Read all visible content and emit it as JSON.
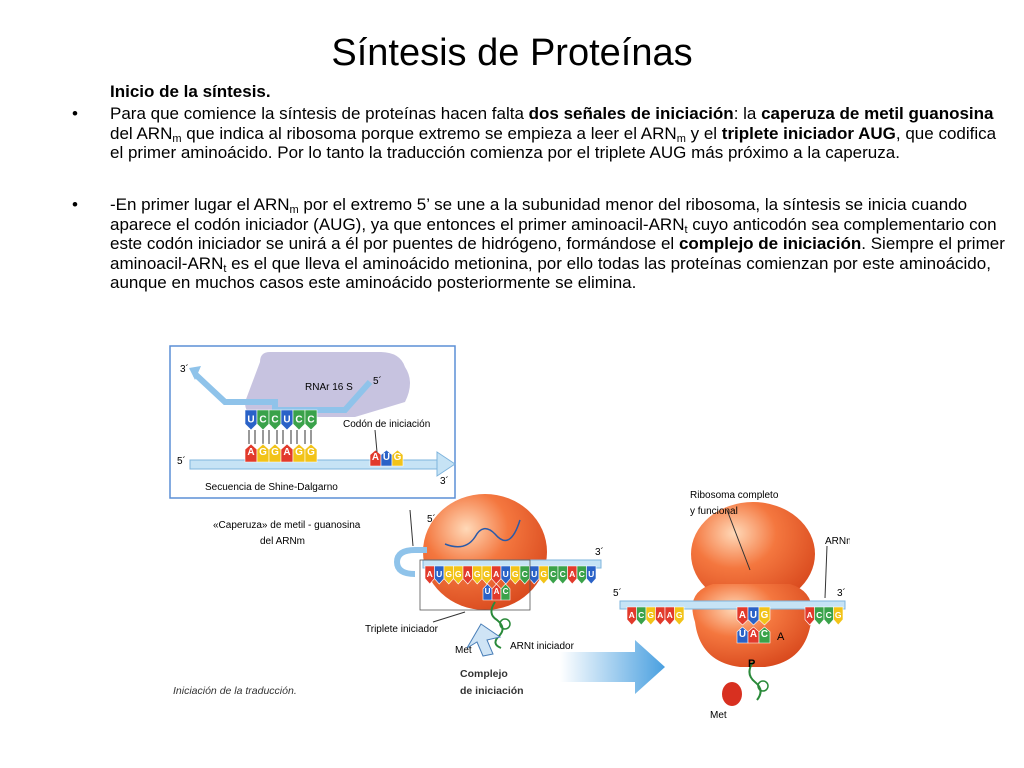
{
  "title": "Síntesis de Proteínas",
  "subheading": "Inicio de la síntesis.",
  "bullet_symbol": "•",
  "bullet1": {
    "t1": "Para que comience la síntesis de proteínas hacen falta ",
    "b1": "dos señales de iniciación",
    "t2": ": la ",
    "b2": "caperuza de metil guanosina",
    "t3": " del ARN",
    "s1": "m",
    "t4": " que indica al ribosoma porque extremo se empieza a leer el ARN",
    "s2": "m",
    "t5": " y el ",
    "b3": "triplete iniciador AUG",
    "t6": ", que codifica el primer aminoácido. Por lo tanto la traducción comienza por el triplete AUG más próximo a la caperuza."
  },
  "bullet2": {
    "t1": "-En primer lugar el ARN",
    "s1": "m",
    "t2": " por el extremo 5’ se une a la subunidad menor del ribosoma, la síntesis se inicia cuando aparece el codón iniciador (AUG), ya que entonces el primer aminoacil-ARN",
    "s2": "t",
    "t3": " cuyo anticodón sea complementario con este codón iniciador se unirá a él por puentes de hidrógeno, formándose el ",
    "b1": "complejo de iniciación",
    "t4": ". Siempre el primer aminoacil-ARN",
    "s3": "t",
    "t5": " es el que lleva el aminoácido metionina, por ello todas las proteínas comienzan por este aminoácido, aunque en muchos casos este aminoácido posteriormente se elimina."
  },
  "figure": {
    "inset": {
      "end3_top": "3´",
      "end5_top": "5´",
      "rna_label": "RNAr 16 S",
      "rrna_bases": [
        "U",
        "C",
        "C",
        "U",
        "C",
        "C"
      ],
      "mrna_bases": [
        "A",
        "G",
        "G",
        "A",
        "G",
        "G"
      ],
      "codon_bases": [
        "A",
        "U",
        "G"
      ],
      "codon_label": "Codón de iniciación",
      "end5_bottom": "5´",
      "end3_bottom": "3´",
      "sd_label": "Secuencia de Shine-Dalgarno"
    },
    "left": {
      "end5": "5´",
      "end3": "3´",
      "cap_label_1": "«Caperuza» de metil - guanosina",
      "cap_label_2": "del ARNm",
      "mrna_bases": [
        "A",
        "U",
        "G",
        "G",
        "A",
        "G",
        "G",
        "A",
        "U",
        "G",
        "C",
        "U",
        "G",
        "C",
        "C",
        "A",
        "C",
        "U"
      ],
      "anticodon": [
        "U",
        "A",
        "C"
      ],
      "triplet_label": "Triplete iniciador",
      "trna_label": "ARNt iniciador",
      "met_label": "Met",
      "complex_label_1": "Complejo",
      "complex_label_2": "de iniciación"
    },
    "right": {
      "ribosome_label_1": "Ribosoma completo",
      "ribosome_label_2": "y funcional",
      "arnm_label": "ARNm",
      "end5": "5´",
      "end3": "3´",
      "mrna_bases_left": [
        "A",
        "C",
        "G",
        "A",
        "A",
        "G"
      ],
      "codon_bases": [
        "A",
        "U",
        "G"
      ],
      "mrna_bases_right": [
        "A",
        "C",
        "C",
        "G"
      ],
      "anticodon": [
        "U",
        "A",
        "C"
      ],
      "site_a": "A",
      "site_p": "P",
      "met_label": "Met"
    },
    "caption": "Iniciación de la traducción."
  }
}
